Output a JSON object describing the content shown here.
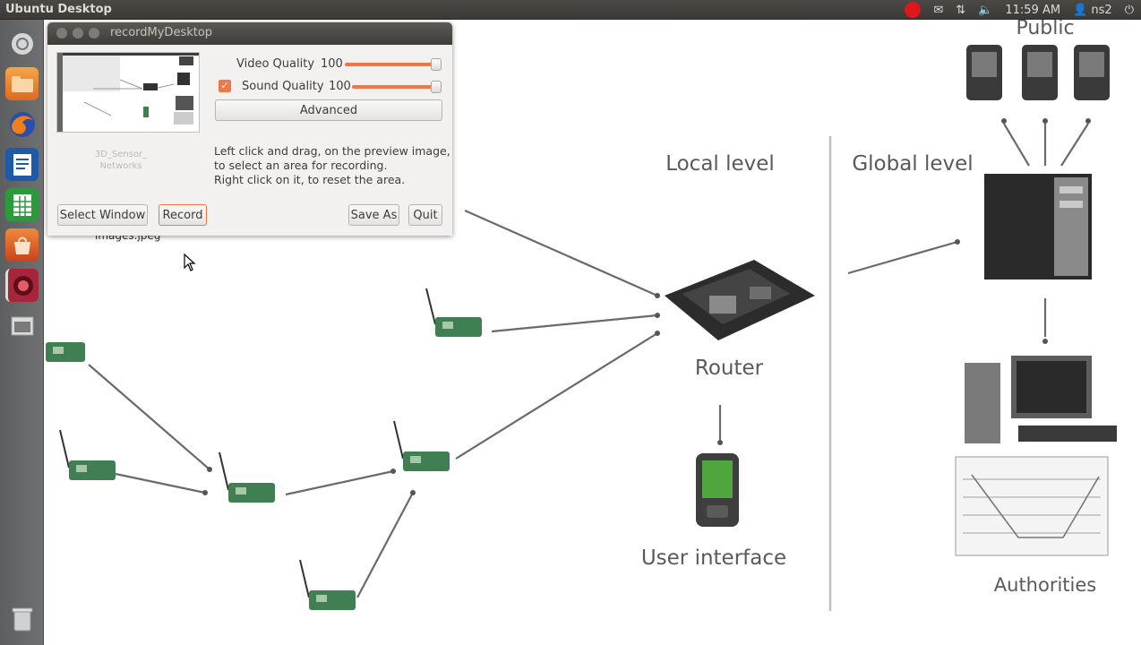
{
  "top_panel": {
    "title": "Ubuntu Desktop",
    "time": "11:59 AM",
    "user": "ns2",
    "icons": [
      "record-indicator-icon",
      "mail-icon",
      "network-icon",
      "volume-icon",
      "user-icon",
      "power-icon"
    ]
  },
  "launcher": {
    "items": [
      "dash-home-icon",
      "files-icon",
      "firefox-icon",
      "writer-icon",
      "calc-icon",
      "software-center-icon",
      "recordmydesktop-icon",
      "workspace-icon",
      "trash-icon"
    ]
  },
  "desktop": {
    "icon_label": "images.jpeg",
    "diagram_labels": {
      "public": "Public",
      "local_level": "Local level",
      "global_level": "Global level",
      "router": "Router",
      "user_interface": "User interface",
      "authorities": "Authorities"
    }
  },
  "record_window": {
    "title": "recordMyDesktop",
    "preview_labels": [
      "3D_Sensor_",
      "Networks"
    ],
    "video_quality_label": "Video Quality",
    "video_quality_value": "100",
    "video_quality_level": 1.0,
    "sound_quality_label": "Sound Quality",
    "sound_quality_value": "100",
    "sound_quality_level": 1.0,
    "sound_enabled": true,
    "advanced_label": "Advanced",
    "help_lines": [
      "Left click and drag, on the preview image,",
      "to select an area for recording.",
      "Right click on it, to reset the area."
    ],
    "select_window_label": "Select Window",
    "record_label": "Record",
    "save_as_label": "Save As",
    "quit_label": "Quit"
  },
  "colors": {
    "accent": "#f07746",
    "panel": "#3c3b37",
    "launcher": "#656668",
    "record_red": "#e0161c"
  }
}
